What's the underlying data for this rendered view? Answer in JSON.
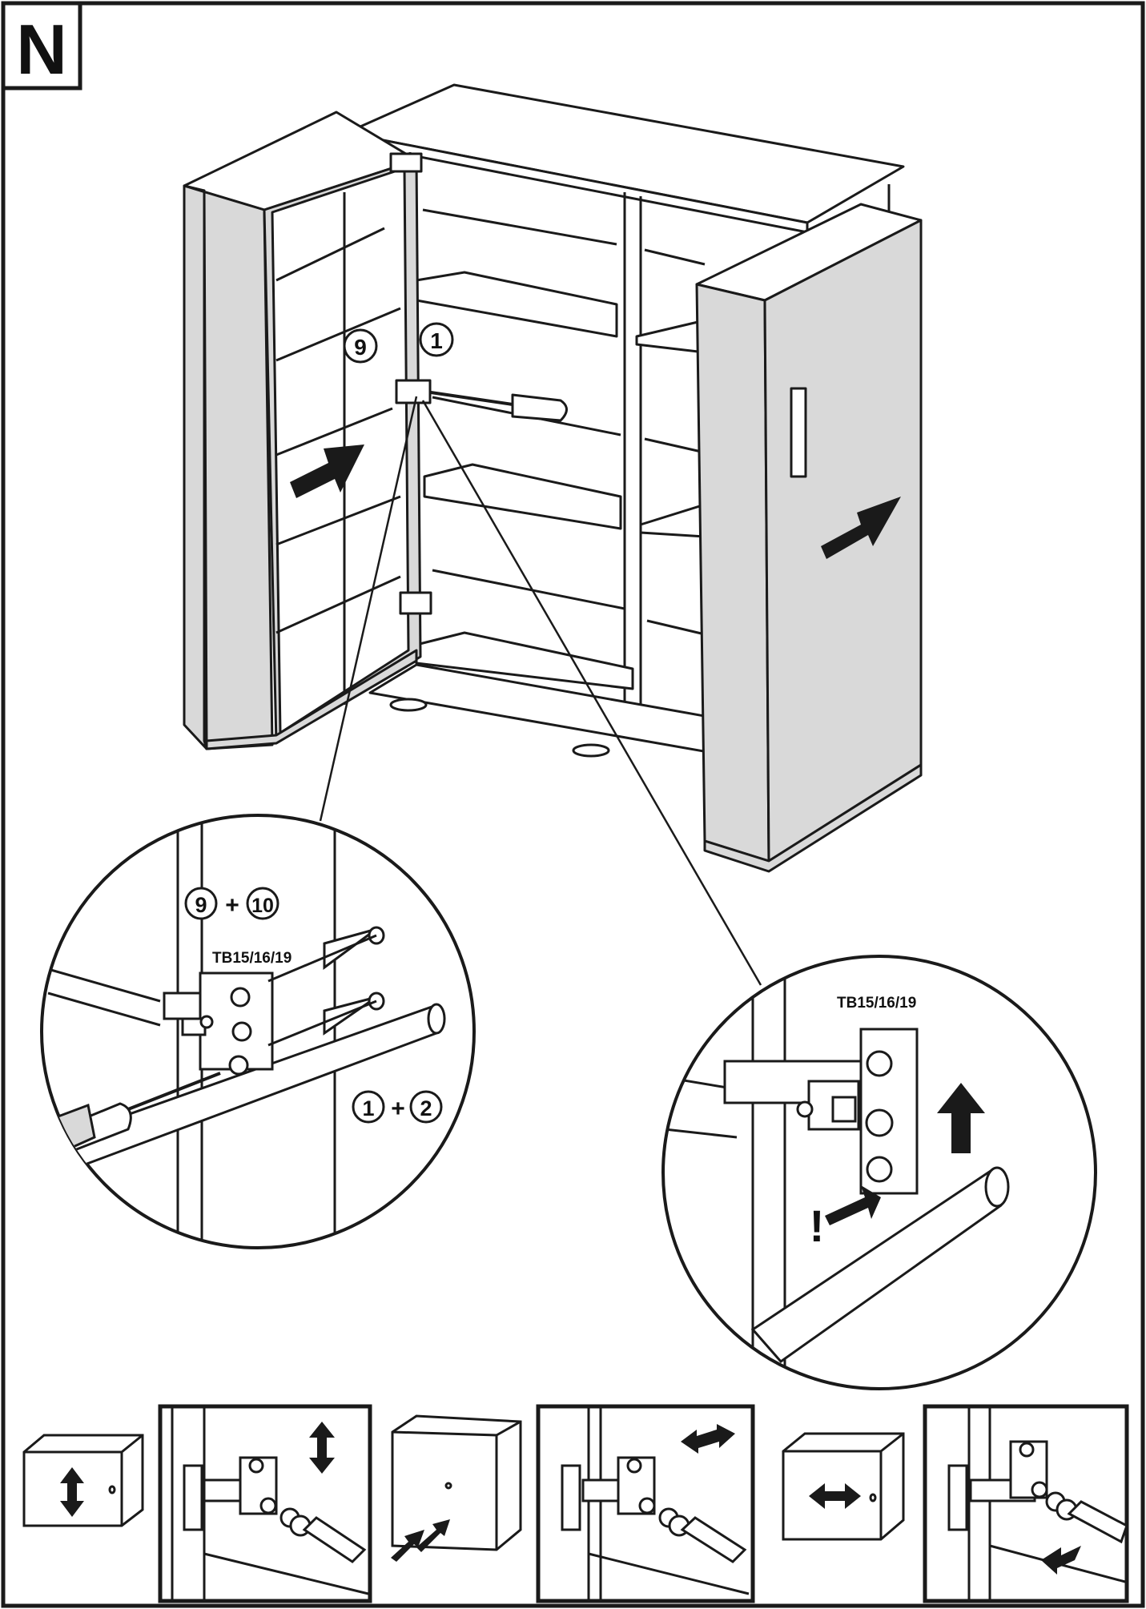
{
  "step_letter": "N",
  "main": {
    "callout_left": "9",
    "callout_right": "1"
  },
  "detail_left": {
    "parts_top": [
      "9",
      "10"
    ],
    "hinge_code": "TB15/16/19",
    "parts_bottom": [
      "1",
      "2"
    ],
    "plus": "+"
  },
  "detail_right": {
    "hinge_code": "TB15/16/19",
    "warning": "!"
  },
  "adjustments": [
    {
      "axis": "vertical",
      "arrow": "up-down"
    },
    {
      "axis": "depth",
      "arrow": "diagonal"
    },
    {
      "axis": "horizontal",
      "arrow": "left-right"
    }
  ],
  "colors": {
    "line": "#1a1a1a",
    "panel_fill": "#d9d9d9",
    "white": "#ffffff"
  }
}
